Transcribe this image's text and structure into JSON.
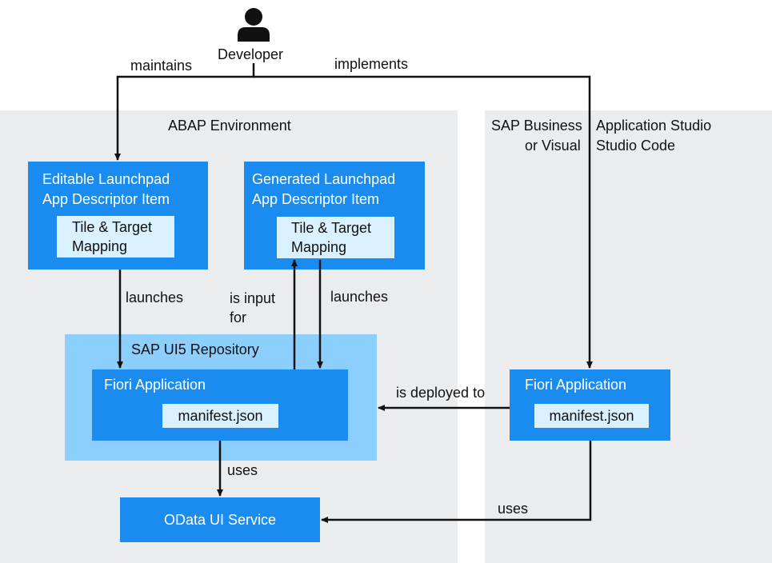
{
  "actor": {
    "label": "Developer",
    "icon": "person-icon"
  },
  "edges": {
    "maintains": "maintains",
    "implements": "implements",
    "launches_left": "launches",
    "is_input_for_1": "is input",
    "is_input_for_2": "for",
    "launches_right": "launches",
    "is_deployed_to": "is deployed to",
    "uses_left": "uses",
    "uses_right": "uses"
  },
  "abap_env": {
    "title": "ABAP Environment"
  },
  "bas_env": {
    "line1a": "SAP Business",
    "line1b": "Application Studio",
    "line2a": "or Visual",
    "line2b": "Studio Code"
  },
  "editable_item": {
    "title1": "Editable Launchpad",
    "title2": "App Descriptor Item",
    "inner1": "Tile & Target",
    "inner2": "Mapping"
  },
  "generated_item": {
    "title1": "Generated Launchpad",
    "title2": "App Descriptor Item",
    "inner1": "Tile & Target",
    "inner2": "Mapping"
  },
  "repository": {
    "title": "SAP UI5 Repository"
  },
  "fiori_left": {
    "title": "Fiori Application",
    "file": "manifest.json"
  },
  "fiori_right": {
    "title": "Fiori Application",
    "file": "manifest.json"
  },
  "odata": {
    "label": "OData UI Service"
  },
  "colors": {
    "box": "#1a8cf0",
    "repository": "#8ccfff",
    "inner": "#d9f0ff",
    "environment": "#ebecee"
  }
}
